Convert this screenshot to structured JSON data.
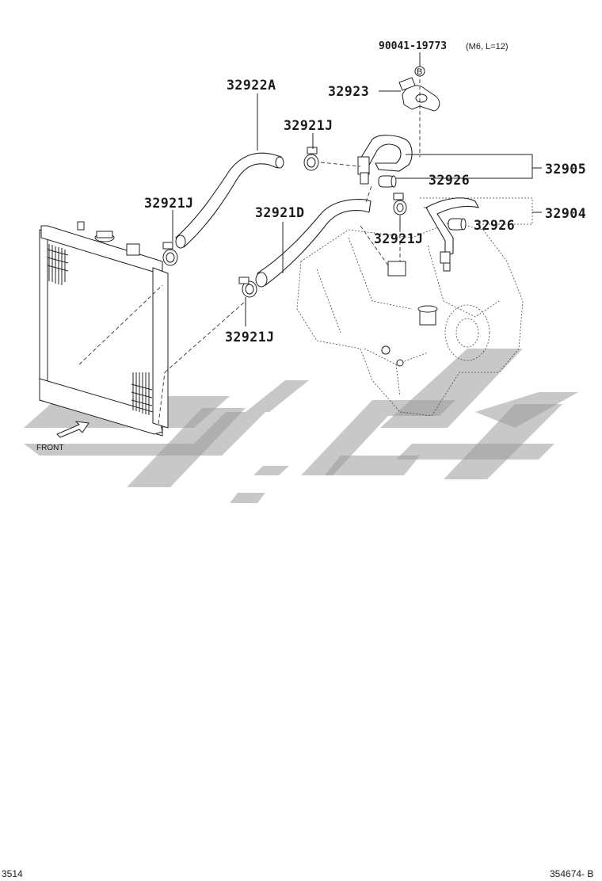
{
  "labels": {
    "bolt": "90041-19773",
    "bolt_spec": "(M6, L=12)",
    "bolt_mark": "B",
    "p32922A": "32922A",
    "p32923": "32923",
    "p32921J_a": "32921J",
    "p32921J_b": "32921J",
    "p32921J_c": "32921J",
    "p32921J_d": "32921J",
    "p32921D": "32921D",
    "p32905": "32905",
    "p32926_a": "32926",
    "p32904": "32904",
    "p32926_b": "32926",
    "front": "FRONT"
  },
  "footer": {
    "page_number": "3514",
    "figure_code": "354674- B"
  },
  "colors": {
    "line": "#222222",
    "watermark": "#9a9a9a",
    "background": "#ffffff"
  }
}
